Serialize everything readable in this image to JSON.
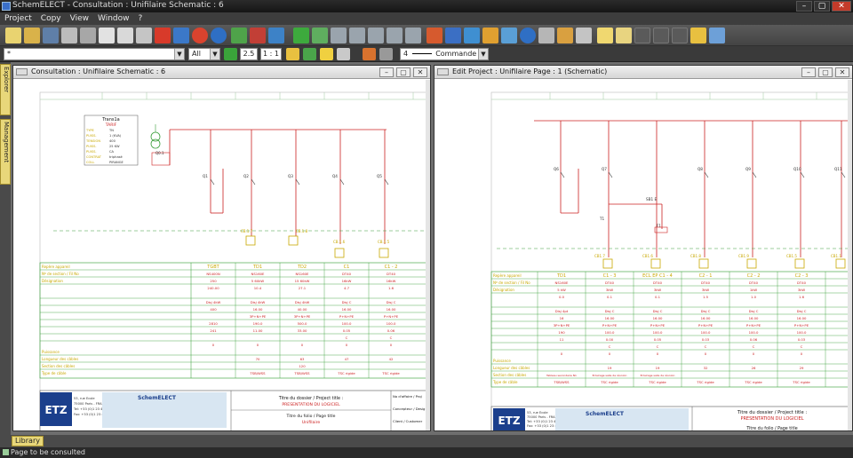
{
  "window": {
    "title": "SchemELECT - Consultation : Unifilaire  Schematic : 6",
    "minimize": "–",
    "maximize": "▢",
    "close": "✕"
  },
  "menu": [
    "Project",
    "Copy",
    "View",
    "Window",
    "?"
  ],
  "toolbar2": {
    "layer_combo": "*",
    "filter_combo": "All",
    "grid_value": "2.5",
    "scale_value": "1 : 1",
    "line_style_num": "4",
    "line_style_label": "Commande"
  },
  "sidebar_tabs": {
    "explorer": "Explorer",
    "management": "Management"
  },
  "library_tab": "Library",
  "status": "Page to be consulted",
  "left_panel": {
    "title": "Consultation : Unifilaire  Schematic : 6",
    "transformer_table": {
      "header": "Trans1a",
      "subheader": "TARIF",
      "rows": [
        [
          "TYPE",
          "TN"
        ],
        [
          "PUISS.",
          "1 (KVA)"
        ],
        [
          "TENSION",
          "400"
        ],
        [
          "PUISS.",
          "25 KW"
        ],
        [
          "PUISS.",
          "CA"
        ],
        [
          "CONTRAT",
          "triphasé"
        ],
        [
          "COLL",
          "PIRANGE"
        ]
      ]
    },
    "bus_labels": [
      "Q0.1",
      "Q1",
      "Q2",
      "Q3",
      "Q4",
      "Q5"
    ],
    "terminal_labels": [
      "CB.1.7",
      "CB.1.8",
      "CB.1.6",
      "CB.1.5"
    ],
    "data_rows": [
      "Repère appareil",
      "Nº de section / Fil No",
      "Désignation",
      "Puissance",
      "Longueur des câbles",
      "Section des câbles",
      "Type de câble"
    ],
    "columns": [
      "TGBT",
      "TD1",
      "TD2",
      "C1",
      "C1 - 2"
    ],
    "values": {
      "r1": [
        "NS400N",
        "NS160E",
        "NS160E",
        "DT40",
        "DT40"
      ],
      "r2": [
        "250",
        "5 60kW",
        "15 60kW",
        "16kW",
        "16kW"
      ],
      "r3": [
        "240.00",
        "10.4",
        "27.1",
        "4.7",
        "1.6"
      ],
      "r4": [
        "Disj 4kW",
        "Disj 4kW",
        "Disj 4kW",
        "Disj C",
        "Disj C"
      ],
      "r5": [
        "400",
        "16.00",
        "40.00",
        "16.00",
        "16.00"
      ],
      "r6": [
        "",
        "3P+N+PE",
        "3P+N+PE",
        "P+N+PE",
        "P+N+PE"
      ],
      "r7": [
        "2810",
        "190.0",
        "500.0",
        "100.0",
        "100.0"
      ],
      "r8": [
        "241",
        "11.00",
        "33.00",
        "0.05",
        "0.06"
      ],
      "r9": [
        "",
        "",
        "",
        "C",
        "C"
      ],
      "r10": [
        "0",
        "0",
        "0",
        "0",
        "0"
      ],
      "r11": [
        "",
        "70",
        "63",
        "47",
        "42"
      ],
      "r12": [
        "",
        "",
        "120",
        "",
        ""
      ],
      "r13": [
        "",
        "TSB/WSS",
        "TSB/WSS",
        "TSC rigide",
        "TSC rigide"
      ]
    },
    "title_block": {
      "company": "ETZ",
      "logo_text": "SchemELECT",
      "address": [
        "53, rue Ecole",
        "75000 Paris - FRANCE",
        "Tel: +33 (0)1 23 45 67",
        "Fax: +33 (0)1 23 45 68"
      ],
      "doc_title_label": "Titre du dossier / Project title :",
      "doc_title_value": "PRESENTATION DU LOGICIEL",
      "folio_label": "Titre du folio / Page title",
      "folio_value": "Unifilaire",
      "right_labels": [
        "No d'affaire / Proj",
        "Concepteur / Desig",
        "Client / Customer"
      ]
    }
  },
  "right_panel": {
    "title": "Edit  Project : Unifilaire  Page : 1  (Schematic)",
    "bus_labels": [
      "Q6",
      "Q7",
      "Q8",
      "Q9",
      "Q10",
      "Q11"
    ],
    "aux_labels": [
      "SB1 E",
      "T1",
      "F1"
    ],
    "terminal_labels": [
      "CB1.7",
      "CB1.6",
      "CB1.8",
      "CB1.9",
      "CB1.5",
      "CB1.1"
    ],
    "data_rows": [
      "Repère appareil",
      "Nº de section / Fil No",
      "Désignation",
      "Puissance",
      "Longueur des câbles",
      "Section des câbles",
      "Type de câble"
    ],
    "columns": [
      "TD1",
      "C1 - 3",
      "ECL EP C1 - 4",
      "C2 - 1",
      "C2 - 2",
      "C2 - 3"
    ],
    "values": {
      "r1": [
        "NS160E",
        "DT40",
        "DT40",
        "DT40",
        "DT40",
        "DT40"
      ],
      "r2": [
        "5 kW",
        "3kW",
        "3kW",
        "3kW",
        "1kW",
        "3kW"
      ],
      "r3": [
        "0.0",
        "0.1",
        "0.1",
        "1.5",
        "1.0",
        "1.6"
      ],
      "r4": [
        "Disj 4pt",
        "Disj C",
        "Disj C",
        "Disj C",
        "Disj C",
        "Disj C"
      ],
      "r5": [
        "16",
        "16.00",
        "16.00",
        "16.00",
        "16.00",
        "16.00"
      ],
      "r6": [
        "3P+N+PE",
        "P+N+PE",
        "P+N+PE",
        "P+N+PE",
        "P+N+PE",
        "P+N+PE"
      ],
      "r7": [
        "190",
        "100.0",
        "100.0",
        "100.0",
        "100.0",
        "100.0"
      ],
      "r8": [
        "11",
        "0.00",
        "0.05",
        "0.03",
        "0.06",
        "0.03"
      ],
      "r9": [
        "",
        "C",
        "C",
        "C",
        "C",
        "C"
      ],
      "r10": [
        "0",
        "0",
        "0",
        "0",
        "0",
        "0"
      ],
      "r11": [
        "",
        "19",
        "19",
        "32",
        "26",
        "29"
      ],
      "r12": [
        "Tableau secondaire N1",
        "Eclairage salle de réunion",
        "Eclairage salle de réunion",
        "",
        "",
        ""
      ],
      "r13": [
        "TSB/WSS",
        "TSC rigide",
        "TSC rigide",
        "TSC rigide",
        "TSC rigide",
        "TSC rigide"
      ]
    },
    "title_block": {
      "company": "ETZ",
      "logo_text": "SchemELECT",
      "address": [
        "53, rue Ecole",
        "75000 Paris - FRANCE",
        "Tel: +33 (0)1 23 45 67",
        "Fax: +33 (0)1 23 45 68"
      ],
      "doc_title_label": "Titre du dossier / Project title :",
      "doc_title_value": "PRESENTATION DU LOGICIEL",
      "folio_label": "Titre du folio / Page title"
    }
  },
  "colors": {
    "schematic_red": "#cc2222",
    "schematic_yellow": "#c8a800",
    "schematic_green": "#3a9e3a",
    "table_border": "#2c9b2c",
    "title_blue": "#1b3f8c"
  }
}
